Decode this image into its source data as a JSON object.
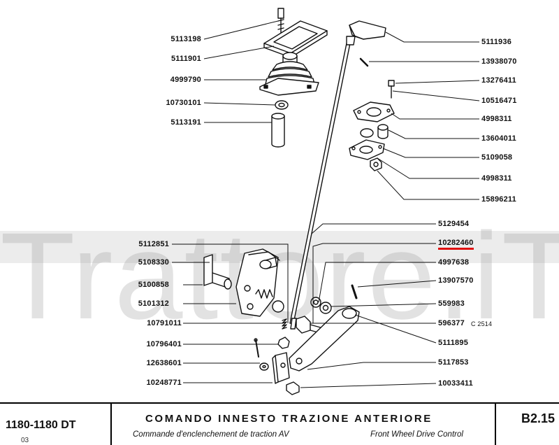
{
  "watermark": "Trattore.iT",
  "parts_left": [
    {
      "code": "5113198"
    },
    {
      "code": "5111901"
    },
    {
      "code": "4999790"
    },
    {
      "code": "10730101"
    },
    {
      "code": "5113191"
    },
    {
      "code": "5112851"
    },
    {
      "code": "5108330"
    },
    {
      "code": "5100858"
    },
    {
      "code": "5101312"
    },
    {
      "code": "10791011"
    },
    {
      "code": "10796401"
    },
    {
      "code": "12638601"
    },
    {
      "code": "10248771"
    }
  ],
  "parts_right": [
    {
      "code": "5111936"
    },
    {
      "code": "13938070"
    },
    {
      "code": "13276411"
    },
    {
      "code": "10516471"
    },
    {
      "code": "4998311"
    },
    {
      "code": "13604011"
    },
    {
      "code": "5109058"
    },
    {
      "code": "4998311"
    },
    {
      "code": "15896211"
    },
    {
      "code": "5129454"
    },
    {
      "code": "10282460",
      "highlighted": true
    },
    {
      "code": "4997638"
    },
    {
      "code": "13907570"
    },
    {
      "code": "559983"
    },
    {
      "code": "596377"
    },
    {
      "code": "5111895"
    },
    {
      "code": "5117853"
    },
    {
      "code": "10033411"
    }
  ],
  "figure_ref": "C 2514",
  "footer": {
    "model": "1180-1180 DT",
    "model_sub": "03",
    "title_it": "COMANDO INNESTO TRAZIONE ANTERIORE",
    "title_fr": "Commande d'enclenchement de traction AV",
    "title_en": "Front Wheel Drive Control",
    "page_code": "B2.15"
  },
  "colors": {
    "highlight": "#e01010",
    "ink": "#111111",
    "watermark": "#969696"
  }
}
